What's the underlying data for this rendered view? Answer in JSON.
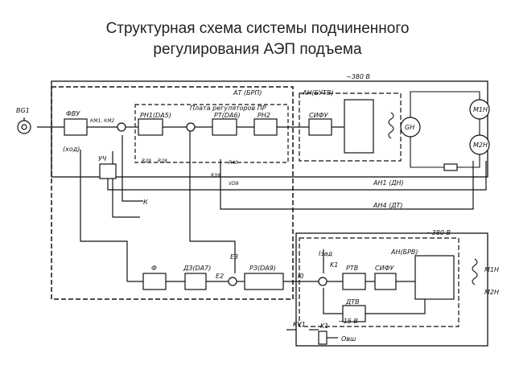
{
  "title": {
    "line1": "Структурная схема системы подчиненного",
    "line2": "регулирования АЭП подъема"
  },
  "labels": {
    "bg1": "BG1",
    "fvu": "ФВУ",
    "khod": "(ход)",
    "km1_km2": "КМ1, КМ2",
    "at_brp": "АТ (БРП)",
    "plata": "Плата регуляторов ПР",
    "rn1": "РН1(DA5)",
    "rt": "РТ(DA6)",
    "rn2": "РН2",
    "sifu": "СИФУ",
    "an_butv": "АН(БУТВ)",
    "v380_top": "~380 В",
    "gn": "GН",
    "m1n": "М1Н",
    "m2n": "М2Н",
    "uch": "УЧ",
    "k": "К",
    "r_a": "R29",
    "r_b": "R28",
    "r_c": "R40",
    "r_d": "R39",
    "vd": "VD9",
    "an1_dn": "АН1 (ДН)",
    "an4_dt": "АН4 (ДТ)",
    "f": "Ф",
    "dz": "ДЗ(DA7)",
    "e3": "Е3",
    "e2": "Е2",
    "rz": "РЗ(DA9)",
    "i0": "I0",
    "i_zad": "Iзад",
    "k1": "K1",
    "rtv": "РТВ",
    "sifu2": "СИФУ",
    "an_brv": "АН(БРВ)",
    "v380_bot": "~380 В",
    "m1n2": "М1Н",
    "m2n2": "М2Н",
    "dtv": "ДТВ",
    "m15": "−15 В",
    "kv1": "KV1",
    "k1b": "K1",
    "ovsh": "Овш"
  }
}
